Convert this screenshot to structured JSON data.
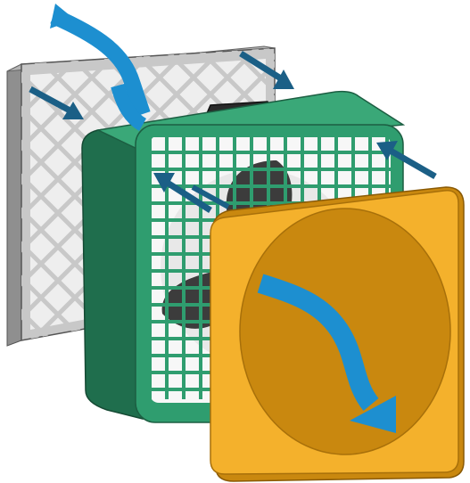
{
  "diagram": {
    "components": [
      {
        "id": "air-filter",
        "icon": "filter-mesh"
      },
      {
        "id": "box-fan",
        "icon": "fan"
      },
      {
        "id": "outlet-frame",
        "icon": "square-frame-with-circular-opening"
      }
    ],
    "airflow": {
      "direction": "back-to-front",
      "icon": "arrow"
    },
    "colors": {
      "filter_frame": "#c8c8c8",
      "filter_mesh": "#eeeeee",
      "fan_housing": "#2f9d6f",
      "fan_housing_dark": "#1f6e4d",
      "fan_blades": "#3c3c3c",
      "handle": "#2a2a2a",
      "outlet_frame": "#f4b12c",
      "airflow_arrow_light": "#1d8fd0",
      "airflow_arrow_dark": "#1b5f86"
    }
  }
}
